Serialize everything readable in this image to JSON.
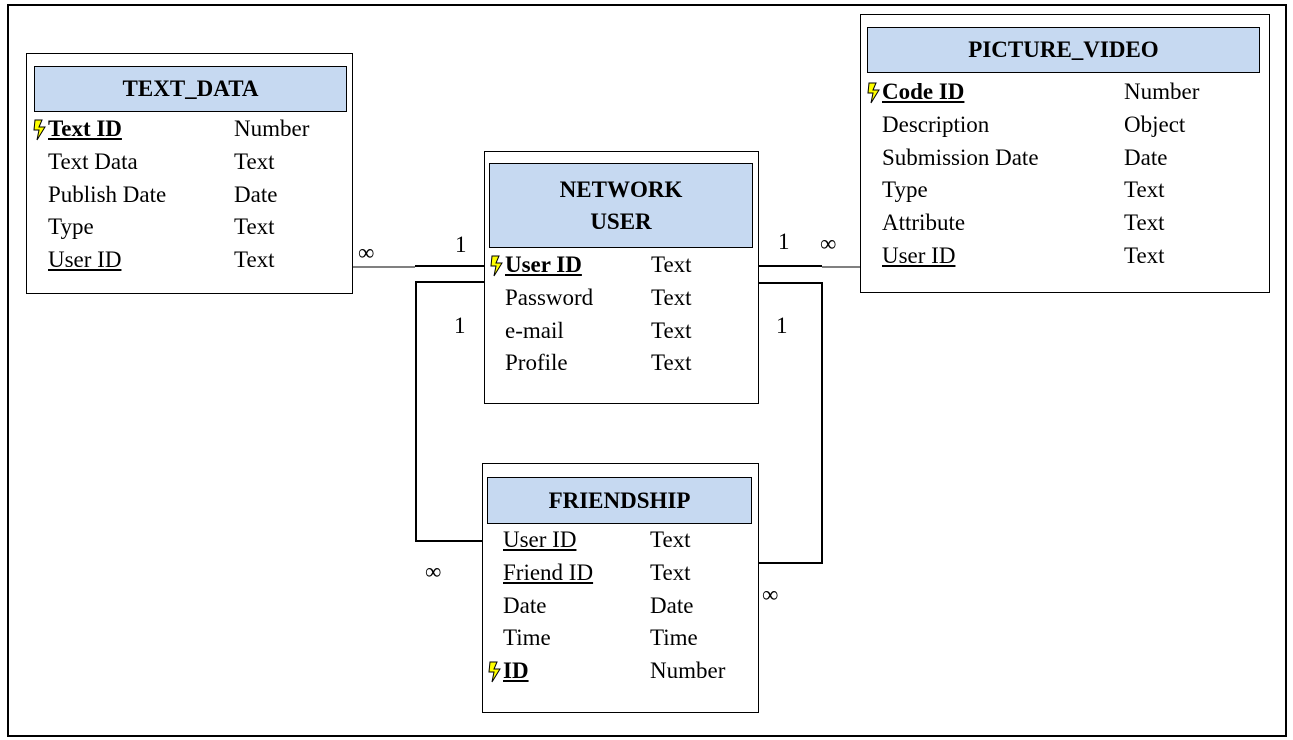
{
  "entities": {
    "text_data": {
      "title": "TEXT_DATA",
      "fields": [
        {
          "name": "Text ID",
          "type": "Number",
          "key": "primary"
        },
        {
          "name": "Text Data",
          "type": "Text",
          "key": ""
        },
        {
          "name": "Publish Date",
          "type": "Date",
          "key": ""
        },
        {
          "name": "Type",
          "type": "Text",
          "key": ""
        },
        {
          "name": "User ID",
          "type": "Text",
          "key": "foreign"
        }
      ]
    },
    "network_user": {
      "title_line1": "NETWORK",
      "title_line2": "USER",
      "fields": [
        {
          "name": "User ID",
          "type": "Text",
          "key": "primary"
        },
        {
          "name": "Password",
          "type": "Text",
          "key": ""
        },
        {
          "name": "e-mail",
          "type": "Text",
          "key": ""
        },
        {
          "name": "Profile",
          "type": "Text",
          "key": ""
        }
      ]
    },
    "picture_video": {
      "title": "PICTURE_VIDEO",
      "fields": [
        {
          "name": "Code ID",
          "type": "Number",
          "key": "primary"
        },
        {
          "name": "Description",
          "type": "Object",
          "key": ""
        },
        {
          "name": "Submission Date",
          "type": "Date",
          "key": ""
        },
        {
          "name": "Type",
          "type": "Text",
          "key": ""
        },
        {
          "name": "Attribute",
          "type": "Text",
          "key": ""
        },
        {
          "name": "User ID",
          "type": "Text",
          "key": "foreign"
        }
      ]
    },
    "friendship": {
      "title": "FRIENDSHIP",
      "fields": [
        {
          "name": "User ID",
          "type": "Text",
          "key": "foreign"
        },
        {
          "name": "Friend ID",
          "type": "Text",
          "key": "foreign"
        },
        {
          "name": "Date",
          "type": "Date",
          "key": ""
        },
        {
          "name": "Time",
          "type": "Time",
          "key": ""
        },
        {
          "name": "ID",
          "type": "Number",
          "key": "primary"
        }
      ]
    }
  },
  "cardinality": {
    "textdata_many": "∞",
    "user_one_left": "1",
    "user_one_right": "1",
    "picture_many": "∞",
    "user_one_lower_left": "1",
    "user_one_lower_right": "1",
    "friendship_many_left": "∞",
    "friendship_many_right": "∞"
  },
  "colors": {
    "title_fill": "#c6d9f1",
    "key_icon": "#ffff00"
  }
}
